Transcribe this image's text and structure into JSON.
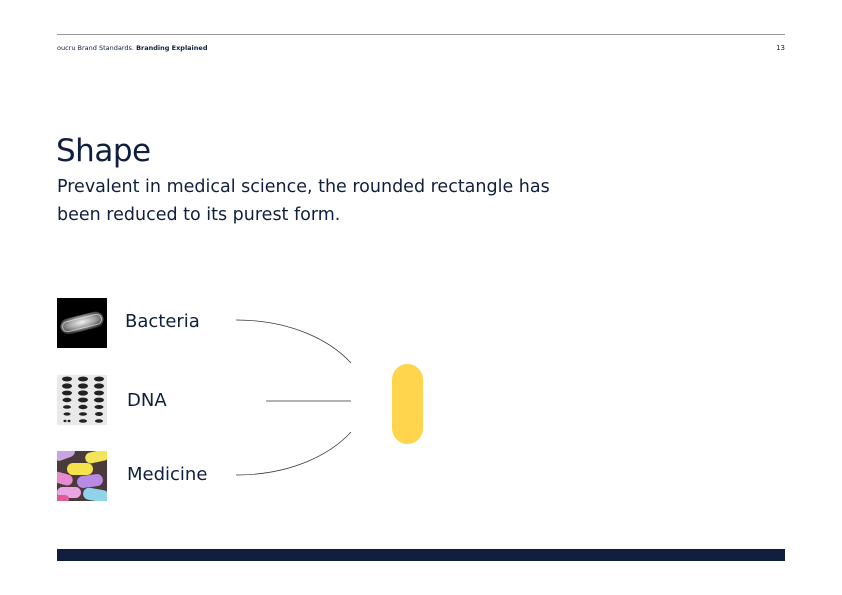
{
  "header": {
    "brand": "oucru Brand Standards.",
    "section": "Branding Explained",
    "page_number": "13"
  },
  "title": "Shape",
  "intro": "Prevalent in medical science, the rounded rectangle has been reduced to its purest form.",
  "items": [
    {
      "label": "Bacteria",
      "icon": "bacteria-image"
    },
    {
      "label": "DNA",
      "icon": "dna-gel-image"
    },
    {
      "label": "Medicine",
      "icon": "pills-image"
    }
  ],
  "colors": {
    "navy": "#0f1f3d",
    "pill_yellow": "#ffd54d",
    "rule_grey": "#9a9a9a"
  }
}
